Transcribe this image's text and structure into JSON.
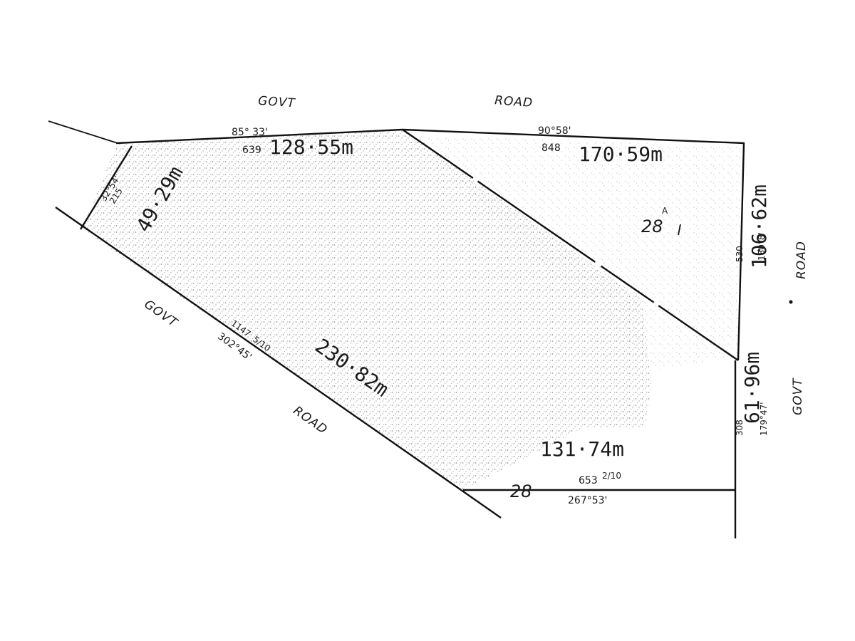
{
  "roads": {
    "top_govt": "GOVT",
    "top_road": "ROAD",
    "left_govt": "GOVT",
    "left_road": "ROAD",
    "right_road": "ROAD",
    "right_govt": "GOVT"
  },
  "bearings": {
    "top_left_bearing": "85° 33'",
    "top_left_chain": "639",
    "top_right_bearing": "90°58'",
    "top_right_chain": "848",
    "left_small_bearing": "32°54'",
    "left_small_chain": "215",
    "left_chain": "1147",
    "left_chain_fraction": "5/10",
    "left_bearing": "302°45'",
    "right_upper_chain": "530",
    "right_upper_bearing": "180°8'",
    "right_lower_chain": "308",
    "right_lower_bearing": "179°47'",
    "bottom_chain": "653",
    "bottom_chain_fraction": "2/10",
    "bottom_bearing": "267°53'"
  },
  "measurements": {
    "top_left": "128·55m",
    "top_right": "170·59m",
    "left_small": "49·29m",
    "left_long": "230·82m",
    "right_upper": "106·62m",
    "right_lower": "61·96m",
    "bottom": "131·74m"
  },
  "lots": {
    "lot_a": "28",
    "lot_a_suffix": "A",
    "lot_b": "28"
  }
}
